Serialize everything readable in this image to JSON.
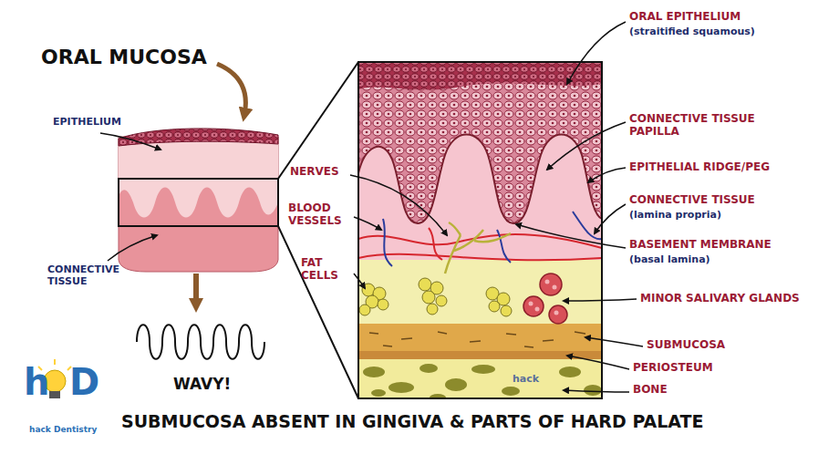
{
  "diagram": {
    "title": "ORAL MUCOSA",
    "caption": "SUBMUCOSA ABSENT IN GINGIVA & PARTS OF HARD PALATE",
    "labels": [
      "EPITHELIUM",
      "CONNECTIVE TISSUE",
      "WAVY!",
      "NERVES",
      "BLOOD VESSELS",
      "FAT CELLS",
      "ORAL EPITHELIUM",
      "(straitified squamous)",
      "CONNECTIVE TISSUE PAPILLA",
      "EPITHELIAL RIDGE/PEG",
      "CONNECTIVE TISSUE",
      "(lamina propria)",
      "BASEMENT MEMBRANE",
      "(basal lamina)",
      "MINOR SALIVARY GLANDS",
      "SUBMUCOSA",
      "PERIOSTEUM",
      "BONE",
      "h",
      "D",
      "hack Dentistry",
      "hack"
    ]
  }
}
